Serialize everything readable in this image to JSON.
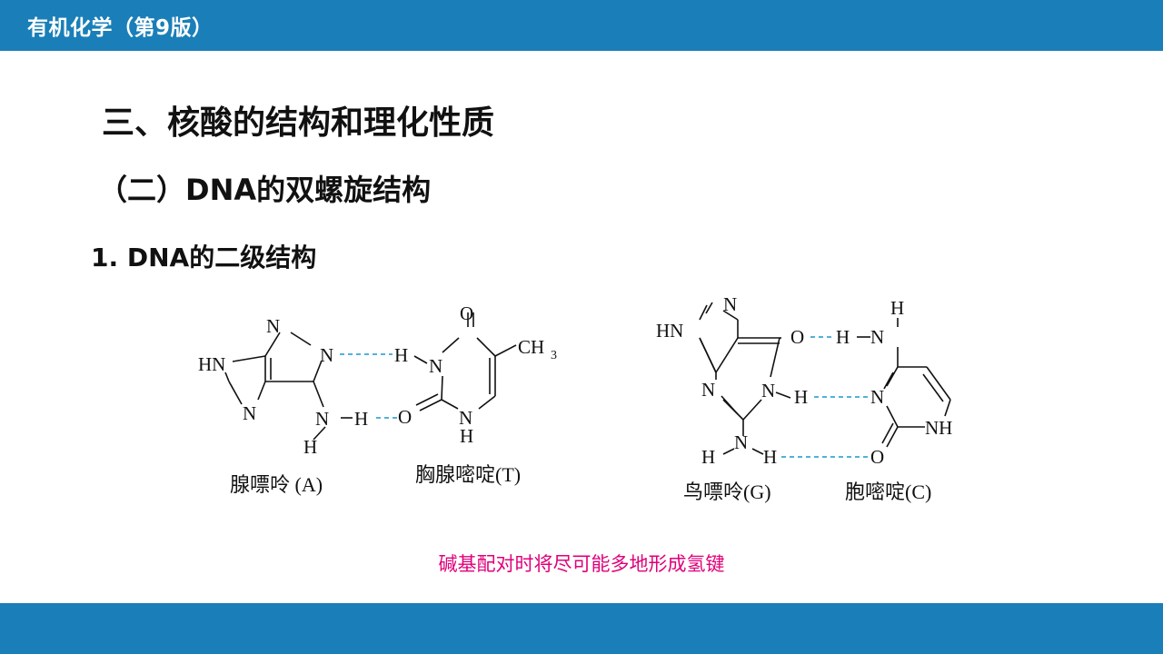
{
  "header": {
    "course_title": "有机化学（第9版）"
  },
  "headings": {
    "section": "三、核酸的结构和理化性质",
    "subsection": "（二）DNA的双螺旋结构",
    "topic": "1. DNA的二级结构"
  },
  "figure": {
    "pairs": [
      {
        "left_name": "腺嘌呤 (A)",
        "right_name": "胸腺嘧啶(T)"
      },
      {
        "left_name": "鸟嘌呤(G)",
        "right_name": "胞嘧啶(C)"
      }
    ],
    "atoms": {
      "N": "N",
      "H": "H",
      "O": "O",
      "HN": "HN",
      "NH": "NH",
      "CH": "CH",
      "three": "3"
    },
    "hbond_color": "#3aa6d4"
  },
  "note": "碱基配对时将尽可能多地形成氢键",
  "colors": {
    "bar": "#1a7fb8",
    "note": "#e0007a"
  }
}
